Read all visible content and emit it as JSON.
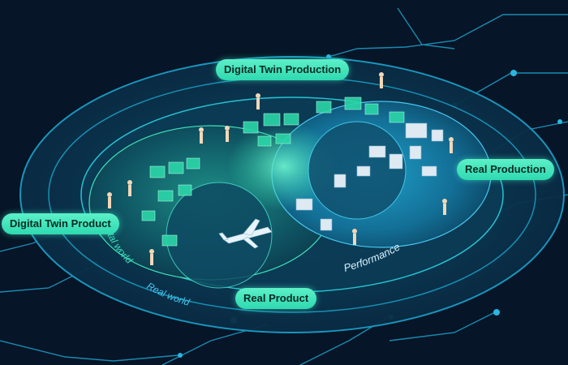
{
  "labels": {
    "digital_twin_production": "Digital Twin Production",
    "real_production": "Real Production",
    "digital_twin_product": "Digital Twin Product",
    "real_product": "Real Product",
    "digital_world": "Digital world",
    "real_world": "Real world",
    "performance": "Performance"
  },
  "colors": {
    "background": "#061527",
    "accent_green": "#3fe3b9",
    "accent_cyan": "#1fb3d8",
    "platform_dark": "#0b3a52",
    "platform_light": "#11708f"
  }
}
